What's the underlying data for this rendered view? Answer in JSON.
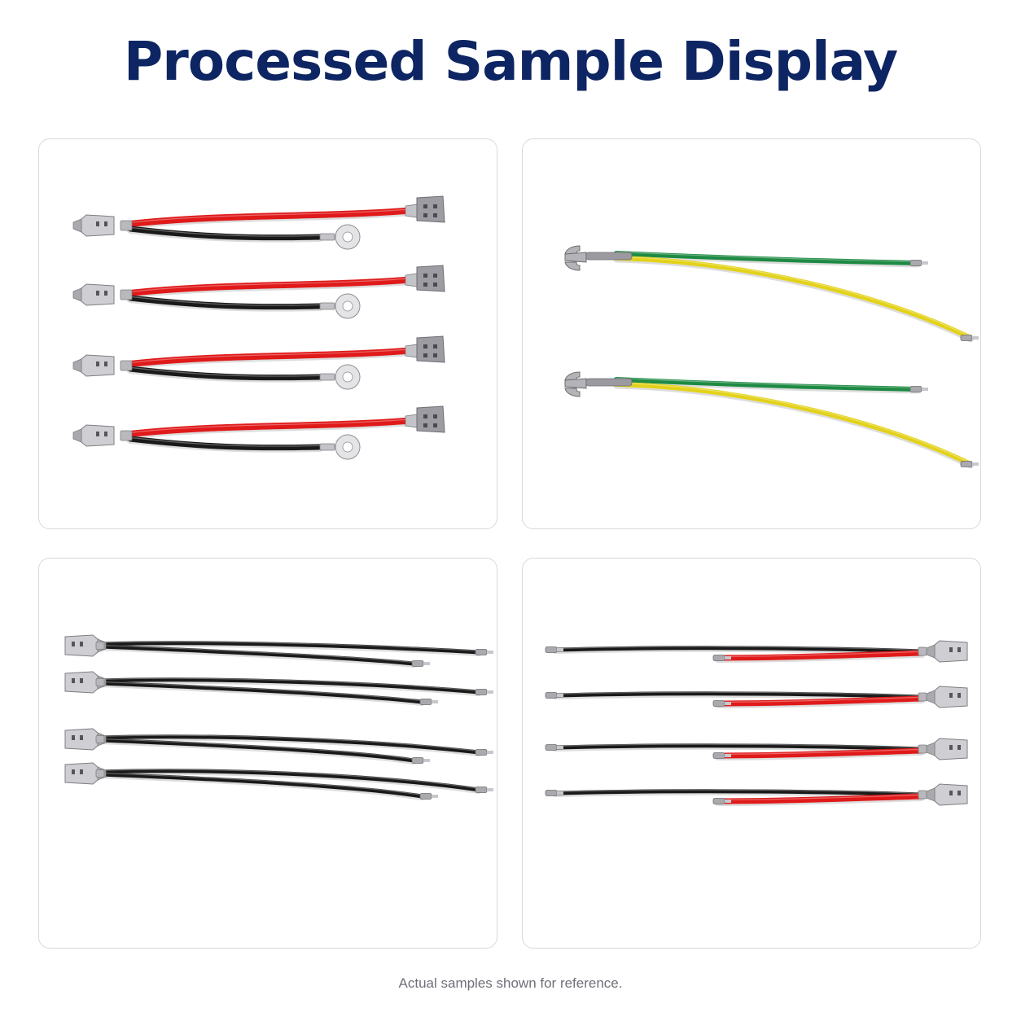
{
  "header": {
    "title": "Processed Sample Display"
  },
  "footer": {
    "caption": "Actual samples shown for reference."
  },
  "colors": {
    "title": "#0e2563",
    "caption": "#6f6f78",
    "panel_border": "#d9d9de",
    "wire_red": "#e01a1a",
    "wire_black": "#1a1a1a",
    "wire_green": "#1e8a43",
    "wire_yellow": "#e3d21a",
    "terminal_metal": "#b9b9bd"
  },
  "samples": [
    {
      "panel": "top-left",
      "depiction": "red-black-harness-flag-and-ring-terminals",
      "count": 4
    },
    {
      "panel": "top-right",
      "depiction": "green-yellow-harness-fork-terminal",
      "count": 2
    },
    {
      "panel": "bottom-left",
      "depiction": "black-twin-wire-harness-female-terminal",
      "count": 4
    },
    {
      "panel": "bottom-right",
      "depiction": "black-red-harness-female-terminal",
      "count": 4
    }
  ]
}
